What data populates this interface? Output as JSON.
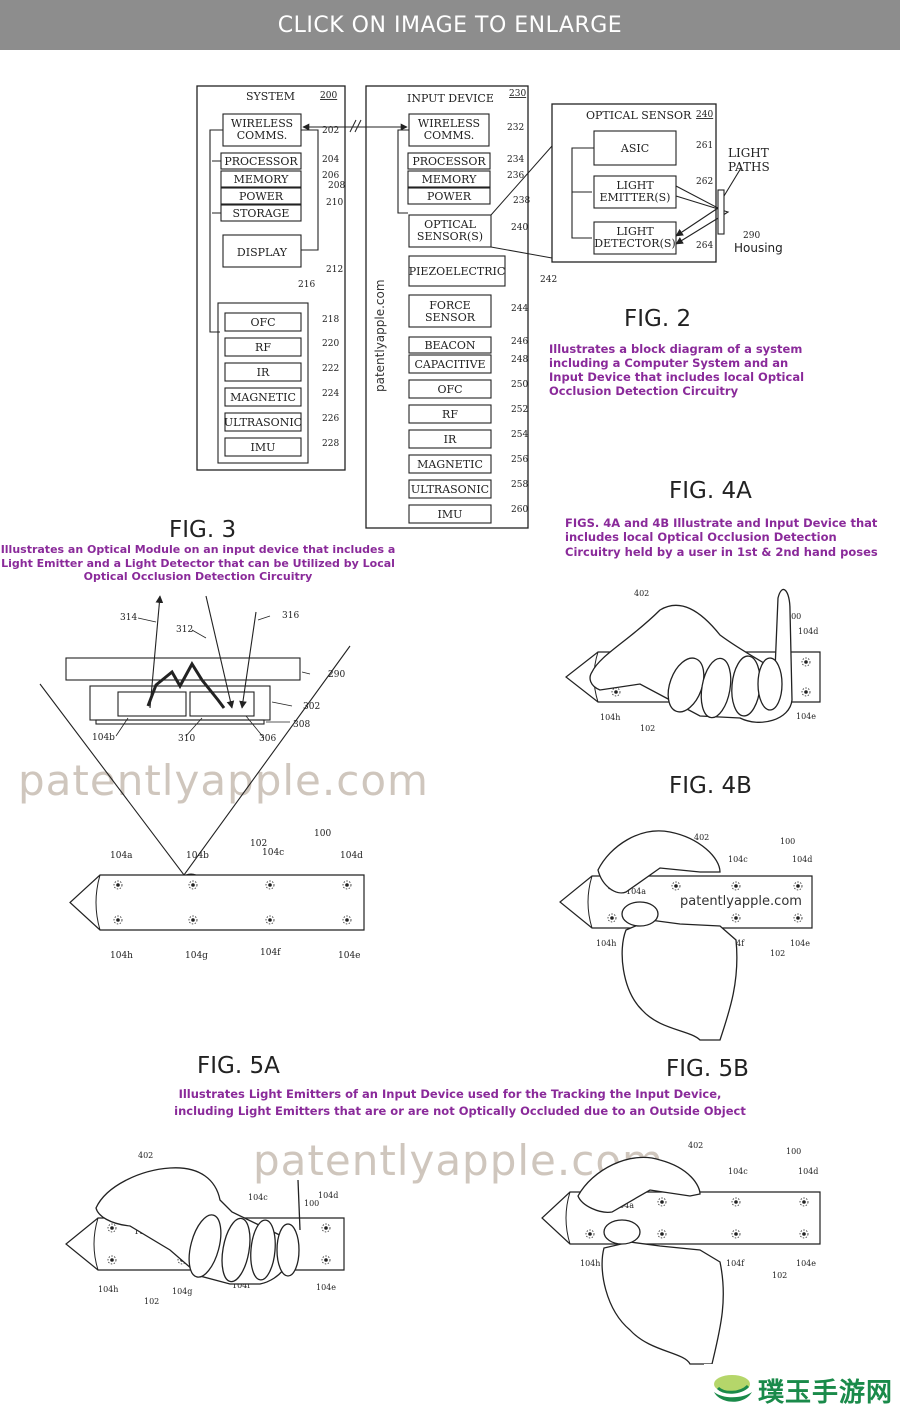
{
  "banner": "CLICK ON IMAGE TO ENLARGE",
  "watermark": {
    "main": "patentlyapple.com",
    "vertical": "patentlyapple.com",
    "partial": "patentlyapple.co"
  },
  "fig2": {
    "title": "FIG. 2",
    "caption": [
      "Illustrates a block diagram of a system",
      "including a Computer System and an",
      "Input Device that includes local Optical",
      "Occlusion Detection Circuitry"
    ],
    "system": {
      "label": "SYSTEM",
      "ref": "200"
    },
    "input_device": {
      "label": "INPUT DEVICE",
      "ref": "230"
    },
    "optical_sensor": {
      "label": "OPTICAL SENSOR",
      "ref": "240"
    },
    "light_paths": [
      "LIGHT",
      "PATHS"
    ],
    "housing": {
      "ref": "290",
      "label": "Housing"
    },
    "sys_blocks": [
      {
        "l1": "WIRELESS",
        "l2": "COMMS.",
        "ref": "202"
      },
      {
        "l1": "PROCESSOR",
        "ref": "204"
      },
      {
        "l1": "MEMORY",
        "ref": "206"
      },
      {
        "l1": "POWER",
        "ref": "208"
      },
      {
        "l1": "STORAGE",
        "ref": "210"
      },
      {
        "l1": "DISPLAY",
        "ref": "212"
      }
    ],
    "sys_sensor_group_ref": "216",
    "sys_sensors": [
      {
        "l1": "OFC",
        "ref": "218"
      },
      {
        "l1": "RF",
        "ref": "220"
      },
      {
        "l1": "IR",
        "ref": "222"
      },
      {
        "l1": "MAGNETIC",
        "ref": "224"
      },
      {
        "l1": "ULTRASONIC",
        "ref": "226"
      },
      {
        "l1": "IMU",
        "ref": "228"
      }
    ],
    "dev_blocks": [
      {
        "l1": "WIRELESS",
        "l2": "COMMS.",
        "ref": "232"
      },
      {
        "l1": "PROCESSOR",
        "ref": "234"
      },
      {
        "l1": "MEMORY",
        "ref": "236"
      },
      {
        "l1": "POWER",
        "ref": "238"
      },
      {
        "l1": "OPTICAL",
        "l2": "SENSOR(S)",
        "ref": "240"
      },
      {
        "l1": "PIEZOELECTRIC",
        "ref": "242"
      },
      {
        "l1": "FORCE",
        "l2": "SENSOR",
        "ref": "244"
      },
      {
        "l1": "BEACON",
        "ref": "246"
      },
      {
        "l1": "CAPACITIVE",
        "ref": "248"
      },
      {
        "l1": "OFC",
        "ref": "250"
      },
      {
        "l1": "RF",
        "ref": "252"
      },
      {
        "l1": "IR",
        "ref": "254"
      },
      {
        "l1": "MAGNETIC",
        "ref": "256"
      },
      {
        "l1": "ULTRASONIC",
        "ref": "258"
      },
      {
        "l1": "IMU",
        "ref": "260"
      }
    ],
    "opt_blocks": [
      {
        "l1": "ASIC",
        "ref": "261"
      },
      {
        "l1": "LIGHT",
        "l2": "EMITTER(S)",
        "ref": "262"
      },
      {
        "l1": "LIGHT",
        "l2": "DETECTOR(S)",
        "ref": "264"
      }
    ]
  },
  "fig3": {
    "title": "FIG. 3",
    "caption": [
      "Illustrates an Optical Module on an input device that includes a",
      "Light Emitter and a Light Detector that can be Utilized by Local",
      "Optical Occlusion Detection Circuitry"
    ],
    "refs": {
      "r314": "314",
      "r312": "312",
      "r316": "316",
      "r290": "290",
      "r302": "302",
      "r308": "308",
      "r104b": "104b",
      "r310": "310",
      "r306": "306"
    }
  },
  "fig4a": {
    "title": "FIG. 4A",
    "caption": [
      "FIGS. 4A and 4B Illustrate and Input Device that",
      "includes local Optical Occlusion Detection",
      "Circuitry held by a user in 1st & 2nd hand poses"
    ]
  },
  "fig4b": {
    "title": "FIG. 4B"
  },
  "fig5a": {
    "title": "FIG. 5A"
  },
  "fig5b": {
    "title": "FIG. 5B"
  },
  "fig5_caption": [
    "Illustrates Light Emitters of an Input Device used for the Tracking the Input Device,",
    "including Light Emitters that are or are not Optically Occluded due to an Outside Object"
  ],
  "labels": {
    "l100": "100",
    "l102": "102",
    "l402": "402",
    "a": "104a",
    "b": "104b",
    "c": "104c",
    "d": "104d",
    "e": "104e",
    "f": "104f",
    "g": "104g",
    "h": "104h"
  },
  "brand": {
    "text": "璞玉手游网",
    "logo_icon": "leaf-logo-icon",
    "color": "#1a8a4a"
  },
  "colors": {
    "caption": "#8a2a9a",
    "line": "#222222",
    "banner": "#8d8d8d",
    "watermark": "#c9bfb6"
  }
}
